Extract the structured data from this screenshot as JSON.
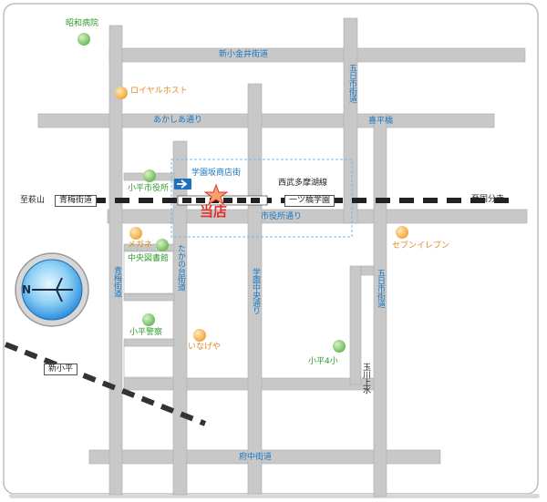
{
  "roads": {
    "shin_koganei": "新小金井街道",
    "akashia": "あかしあ通り",
    "shiyakusho": "市役所通り",
    "fuchu": "府中街道",
    "itsukaichi_top": "五日市街道",
    "itsukaichi_bottom": "五日市街道",
    "ome": "青梅街道",
    "takanodai": "たかの台街道",
    "gakuen_chuo": "学園中央通り",
    "tamagawa_josui": "玉川上水",
    "gakuen_shotengai": "学園坂商店街"
  },
  "railway": {
    "line_name": "西武多摩湖線",
    "to_west": "至萩山",
    "to_east": "至国分寺",
    "ome_crossing": "青梅街道",
    "station": "一ツ橋学園",
    "other_line_station": "新小平"
  },
  "places": {
    "showa_hospital": "昭和病院",
    "royal_host": "ロイヤルホスト",
    "city_hall": "小平市役所",
    "megane": "メガネ",
    "central_library": "中央図書館",
    "police": "小平警察",
    "inageya": "いなげや",
    "seven_eleven": "セブンイレブン",
    "elementary_4": "小平4小",
    "kinpeibashi": "喜平橋"
  },
  "current_location": "当店",
  "compass": {
    "letter": "N"
  },
  "colors": {
    "road": "#c8c8c8",
    "road_label": "#1a78c2",
    "facility_green": "#2f9b2f",
    "shop_orange": "#e28a1c",
    "here_red": "#e0312d",
    "compass_blue": "#2f8fdc"
  }
}
